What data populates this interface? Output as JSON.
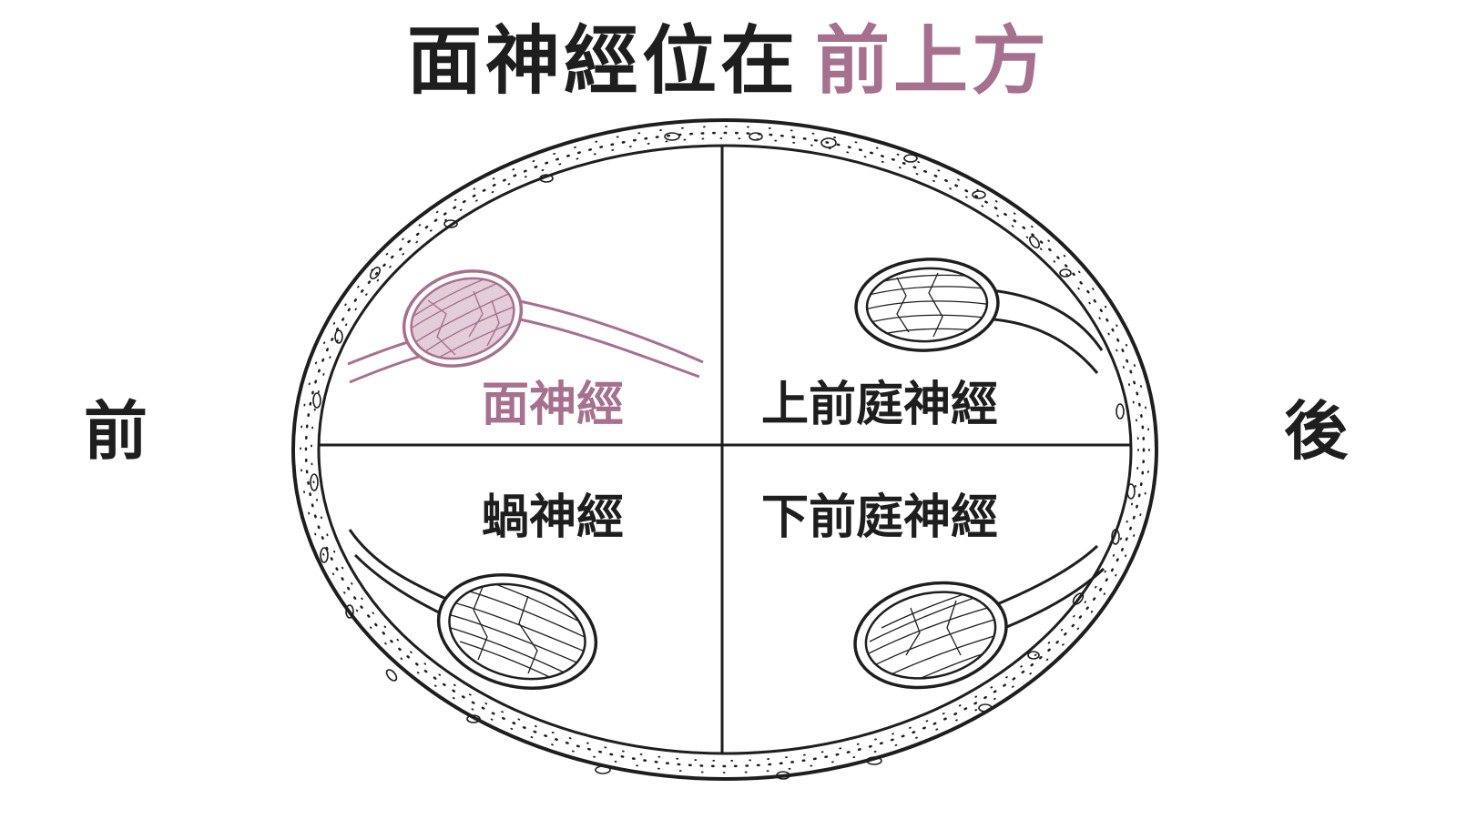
{
  "title": {
    "prefix": "面神經位在",
    "highlight": "前上方"
  },
  "orientation": {
    "front": "前",
    "back": "後"
  },
  "nerves": {
    "facial": "面神經",
    "superior_vestibular": "上前庭神經",
    "cochlear": "蝸神經",
    "inferior_vestibular": "下前庭神經"
  },
  "colors": {
    "highlight": "#a6708f",
    "ink": "#1e1e1e",
    "highlight_fill": "#e3cdd9"
  }
}
